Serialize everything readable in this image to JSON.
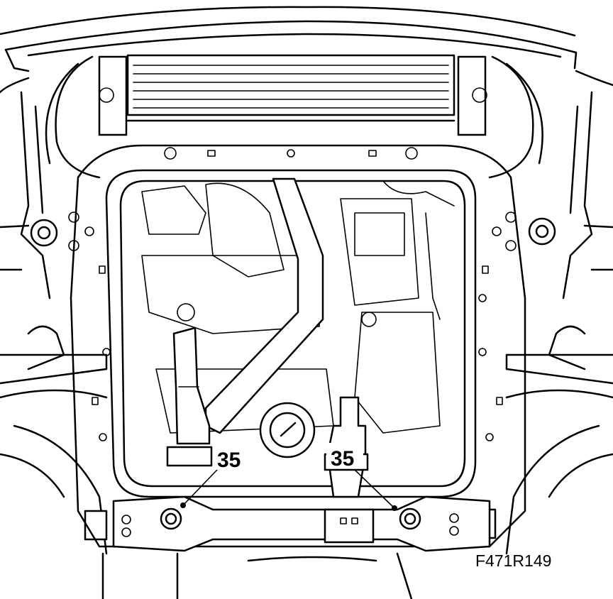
{
  "figure": {
    "code": "F471R149",
    "callouts": [
      {
        "id": "left-mount-bolt",
        "label": "35"
      },
      {
        "id": "right-mount-bolt",
        "label": "35"
      }
    ]
  }
}
